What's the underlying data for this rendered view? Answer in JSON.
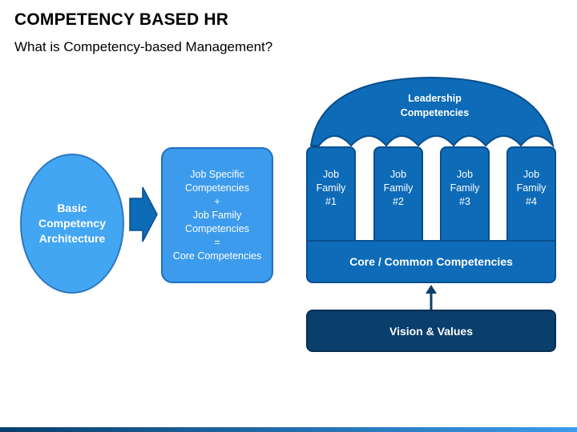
{
  "slide": {
    "title": "COMPETENCY BASED HR",
    "subtitle": "What is Competency-based Management?"
  },
  "left": {
    "basic_lines": [
      "Basic",
      "Competency",
      "Architecture"
    ],
    "job_specific_lines": [
      "Job Specific",
      "Competencies",
      "+",
      "Job Family",
      "Competencies",
      "=",
      "Core Competencies"
    ]
  },
  "structure": {
    "leadership_lines": [
      "Leadership",
      "Competencies"
    ],
    "job_families": [
      {
        "line1": "Job",
        "line2": "Family",
        "line3": "#1"
      },
      {
        "line1": "Job",
        "line2": "Family",
        "line3": "#2"
      },
      {
        "line1": "Job",
        "line2": "Family",
        "line3": "#3"
      },
      {
        "line1": "Job",
        "line2": "Family",
        "line3": "#4"
      }
    ],
    "core_label": "Core / Common Competencies",
    "vision_label": "Vision & Values"
  },
  "colors": {
    "light_blue": "#43a6f3",
    "medium_blue": "#3c9bec",
    "column_blue": "#0d6bb7",
    "navy": "#0a3f6b"
  }
}
